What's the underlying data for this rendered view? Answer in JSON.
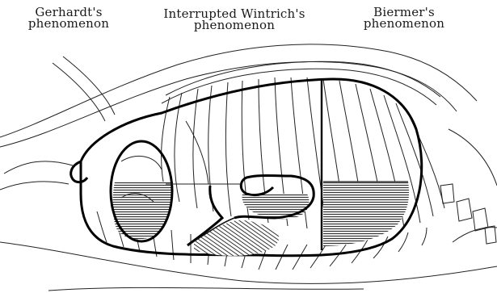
{
  "labels": {
    "gerhardt": {
      "line1": "Gerhardt's",
      "line2": "phenomenon"
    },
    "wintrich": {
      "line1": "Interrupted Wintrich's",
      "line2": "phenomenon"
    },
    "biermer": {
      "line1": "Biermer's",
      "line2": "phenomenon"
    }
  },
  "colors": {
    "ink": "#111111",
    "fluid_hatch": "#444444",
    "paper": "#ffffff"
  }
}
